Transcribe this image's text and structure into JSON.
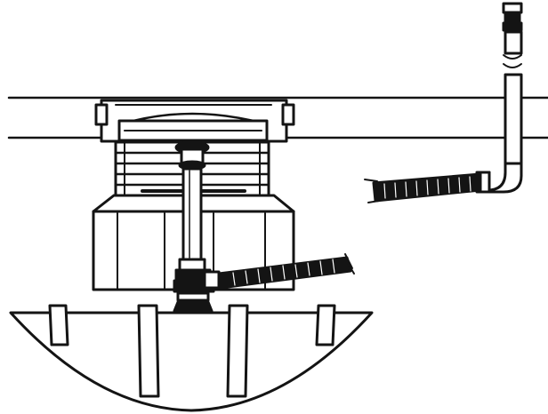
{
  "diagram": {
    "colors": {
      "ink": "#141414",
      "paper": "#ffffff",
      "hose": "#1a1a1a"
    },
    "parts": [
      "ceiling-lines",
      "ceiling-flange",
      "lamp-housing",
      "base-box",
      "vertical-pipe",
      "elbow-fitting",
      "flexible-hose-lower",
      "bowl-cover",
      "wall-pipe",
      "flexible-hose-upper"
    ]
  }
}
